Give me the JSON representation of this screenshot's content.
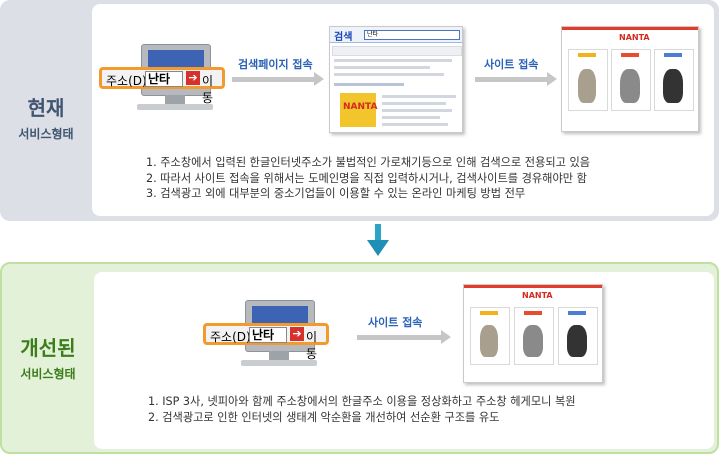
{
  "current": {
    "title": "현재",
    "subtitle": "서비스형태",
    "address_bar": {
      "label": "주소(D)",
      "value": "난타",
      "go_label": "이동"
    },
    "step1_label": "검색페이지 접속",
    "step2_label": "사이트 접속",
    "search_page": {
      "logo": "검색",
      "query": "난타",
      "poster_text": "NANTA"
    },
    "site_logo": "NANTA",
    "notes": [
      "1. 주소창에서 입력된 한글인터넷주소가 불법적인 가로채기등으로 인해 검색으로 전용되고 있음",
      "2. 따라서 사이트 접속을 위해서는 도메인명을 직접 입력하시거나, 검색사이트를 경유해야만 함",
      "3. 검색광고 외에 대부분의 중소기업들이 이용할 수 있는 온라인 마케팅 방법 전무"
    ]
  },
  "improved": {
    "title": "개선된",
    "subtitle": "서비스형태",
    "address_bar": {
      "label": "주소(D)",
      "value": "난타",
      "go_label": "이동"
    },
    "step1_label": "사이트 접속",
    "site_logo": "NANTA",
    "notes": [
      "1. ISP 3사, 넷피아와 함께 주소창에서의 한글주소 이용을 정상화하고 주소창 헤게모니 복원",
      "2. 검색광고로 인한 인터넷의 생태계 악순환을 개선하여 선순환 구조를 유도"
    ]
  },
  "colors": {
    "accent_blue": "#2a62b5",
    "orange_border": "#f29a2e",
    "down_arrow": "#2aa5c8"
  }
}
